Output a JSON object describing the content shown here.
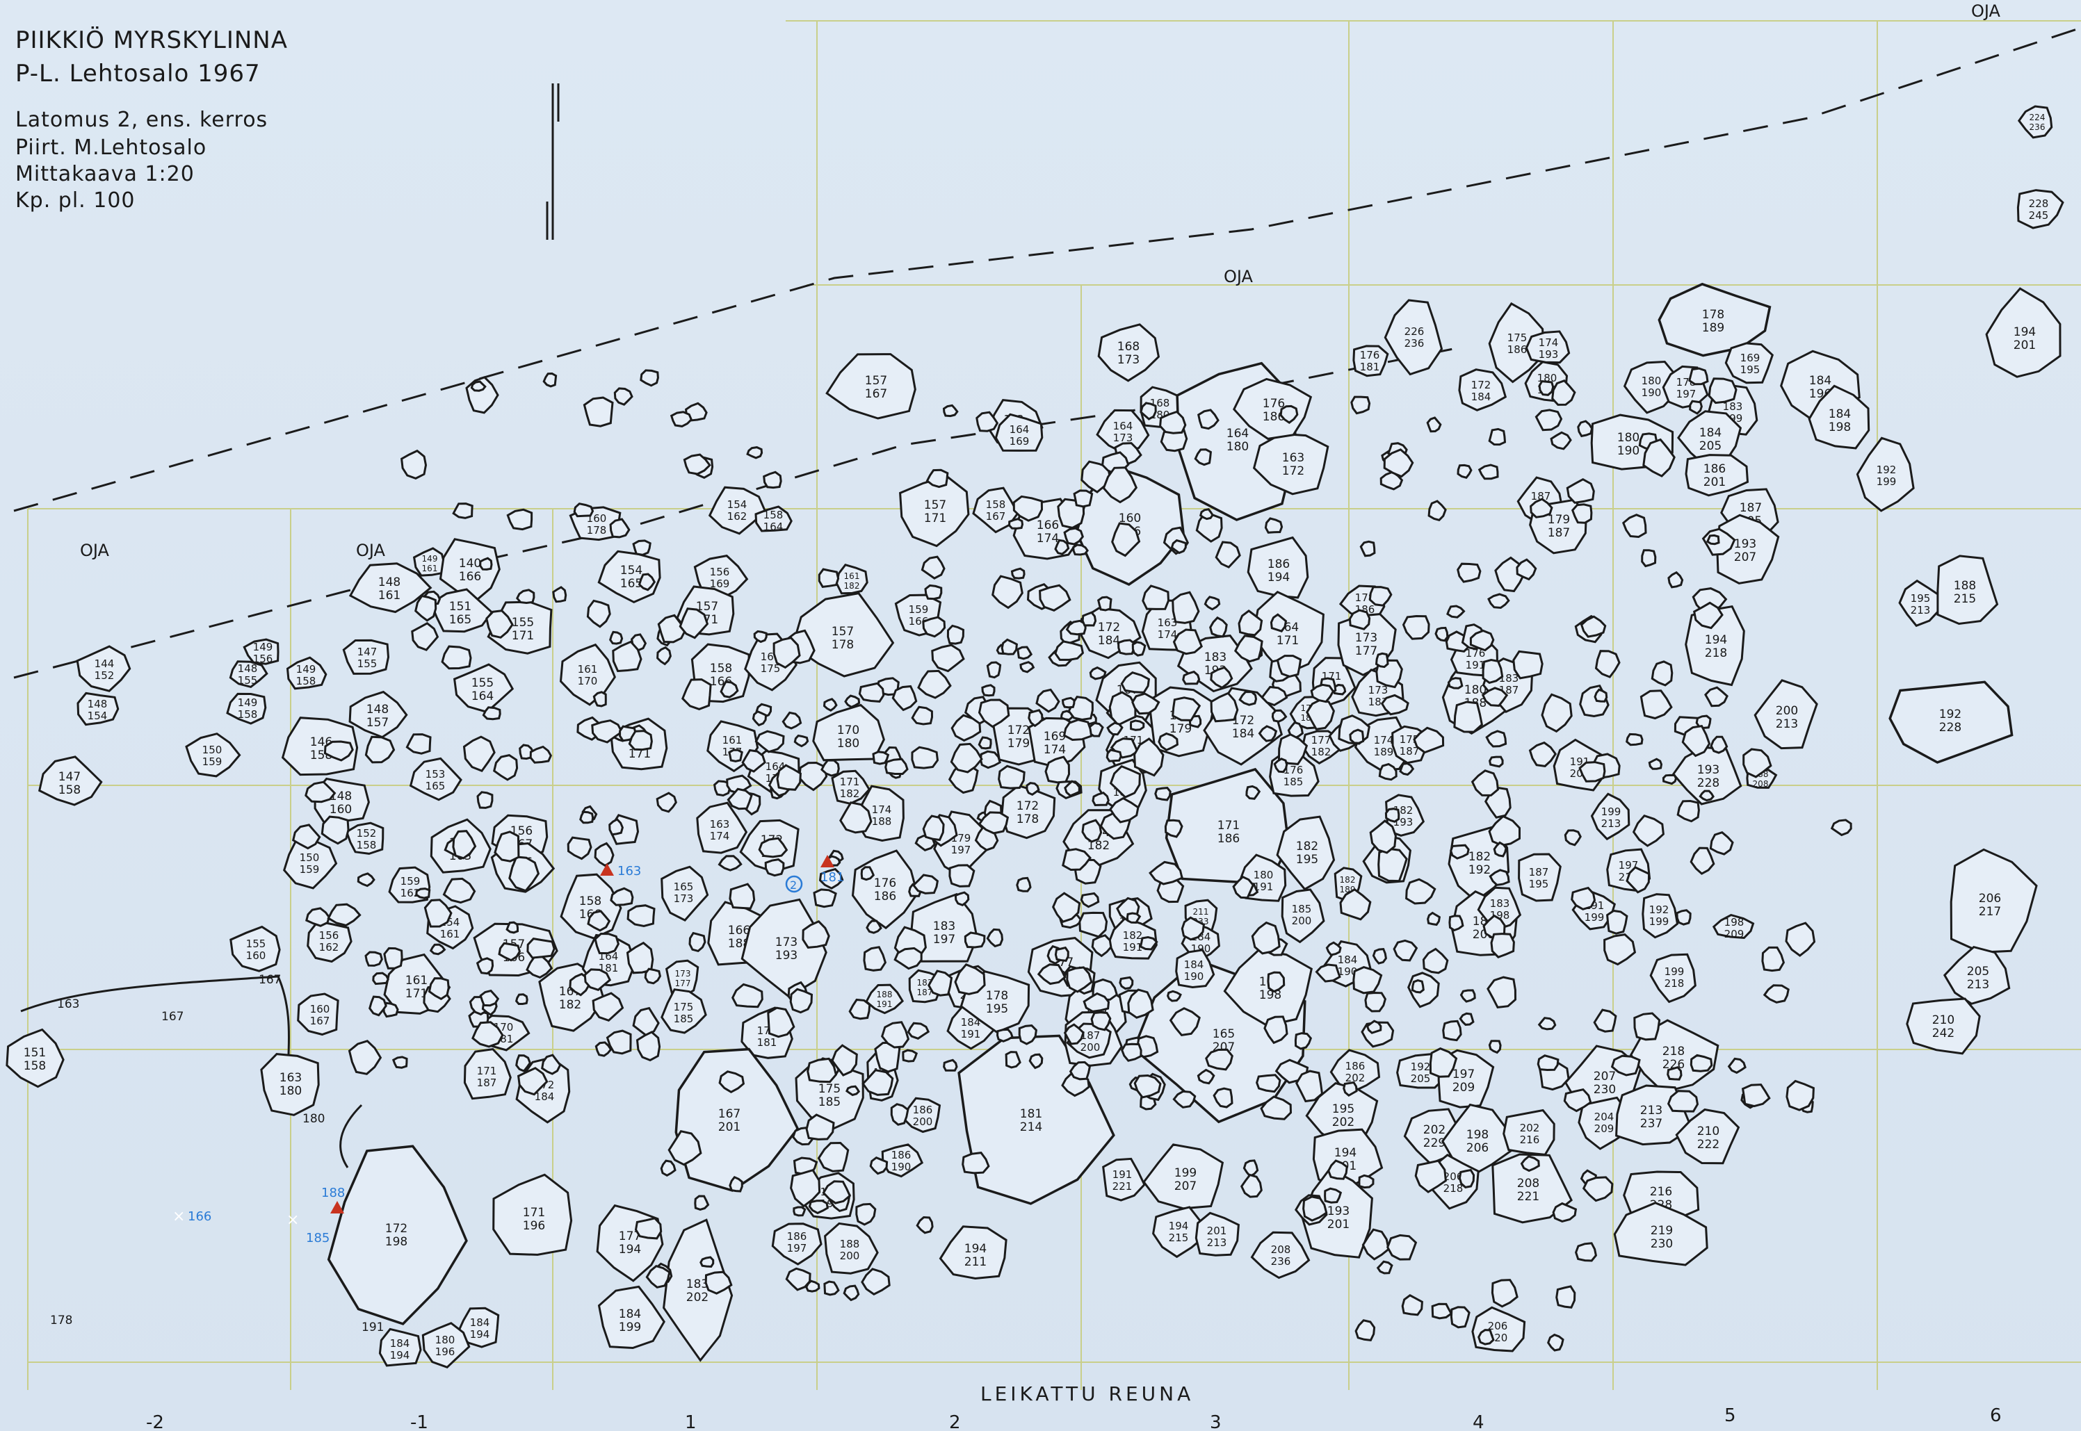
{
  "header": {
    "site": "PIIKKIÖ MYRSKYLINNA",
    "excavator": "P-L. Lehtosalo 1967",
    "layer": "Latomus 2, ens. kerros",
    "drawn_by": "Piirt. M.Lehtosalo",
    "scale": "Mittakaava 1:20",
    "plate": "Kp. pl. 100"
  },
  "north_arrow": {
    "icon": "north-arrow-icon"
  },
  "ditch_labels": [
    "OJA",
    "OJA",
    "OJA",
    "OJA"
  ],
  "bottom_edge_label": "LEIKATTU REUNA",
  "grid_axis_labels": [
    "-2",
    "-1",
    "1",
    "2",
    "3",
    "4",
    "5",
    "6"
  ],
  "finds": {
    "triangle_1": "163",
    "triangle_2": "181",
    "triangle_3": "188",
    "cross_1": "166",
    "cross_2": "185",
    "circle_find": "2"
  },
  "colors": {
    "background": "#d9e5f1",
    "ink": "#1b1b1b",
    "grid": "#c9cf8a",
    "find_triangle": "#c8331f",
    "find_label": "#2a7bd6"
  },
  "stones": [
    {
      "t": "144",
      "b": "152"
    },
    {
      "t": "148",
      "b": "154"
    },
    {
      "t": "147",
      "b": "158"
    },
    {
      "t": "149",
      "b": "156"
    },
    {
      "t": "148",
      "b": "155"
    },
    {
      "t": "149",
      "b": "158"
    },
    {
      "t": "149",
      "b": "158"
    },
    {
      "t": "150",
      "b": "159"
    },
    {
      "t": "146",
      "b": "158"
    },
    {
      "t": "148",
      "b": "157"
    },
    {
      "t": "147",
      "b": "155"
    },
    {
      "t": "148",
      "b": "161"
    },
    {
      "t": "149",
      "b": "161"
    },
    {
      "t": "140",
      "b": "166"
    },
    {
      "t": "151",
      "b": "165"
    },
    {
      "t": "155",
      "b": "171"
    },
    {
      "t": "155",
      "b": "164"
    },
    {
      "t": "148",
      "b": "160"
    },
    {
      "t": "153",
      "b": "165"
    },
    {
      "t": "152",
      "b": "158"
    },
    {
      "t": "150",
      "b": "159"
    },
    {
      "t": "153",
      "b": "163"
    },
    {
      "t": "156",
      "b": "167"
    },
    {
      "t": "156",
      "b": "165"
    },
    {
      "t": "159",
      "b": "162"
    },
    {
      "t": "154",
      "b": "161"
    },
    {
      "t": "157",
      "b": "166"
    },
    {
      "t": "158",
      "b": "166"
    },
    {
      "t": "155",
      "b": "160"
    },
    {
      "t": "156",
      "b": "162"
    },
    {
      "t": "161",
      "b": "171"
    },
    {
      "t": "160",
      "b": "167"
    },
    {
      "t": "170",
      "b": "181"
    },
    {
      "t": "171",
      "b": "187"
    },
    {
      "t": "172",
      "b": "184"
    },
    {
      "t": "167",
      "b": "182"
    },
    {
      "t": "164",
      "b": "181"
    },
    {
      "t": "151",
      "b": "158"
    },
    {
      "t": "163",
      "b": "180"
    },
    {
      "t": "172",
      "b": "198"
    },
    {
      "t": "171",
      "b": "196"
    },
    {
      "t": "177",
      "b": "194"
    },
    {
      "t": "184",
      "b": "199"
    },
    {
      "t": "184",
      "b": "194"
    },
    {
      "t": "180",
      "b": "196"
    },
    {
      "t": "184",
      "b": "194"
    },
    {
      "t": "183",
      "b": "202"
    },
    {
      "t": "160",
      "b": "178"
    },
    {
      "t": "154",
      "b": "162"
    },
    {
      "t": "158",
      "b": "164"
    },
    {
      "t": "154",
      "b": "165"
    },
    {
      "t": "156",
      "b": "169"
    },
    {
      "t": "157",
      "b": "171"
    },
    {
      "t": "161",
      "b": "170"
    },
    {
      "t": "158",
      "b": "166"
    },
    {
      "t": "161",
      "b": "175"
    },
    {
      "t": "163",
      "b": "171"
    },
    {
      "t": "161",
      "b": "177"
    },
    {
      "t": "163",
      "b": "174"
    },
    {
      "t": "172",
      "b": "183"
    },
    {
      "t": "165",
      "b": "173"
    },
    {
      "t": "166",
      "b": "188"
    },
    {
      "t": "173",
      "b": "193"
    },
    {
      "t": "173",
      "b": "177"
    },
    {
      "t": "175",
      "b": "185"
    },
    {
      "t": "177",
      "b": "181"
    },
    {
      "t": "175",
      "b": "185"
    },
    {
      "t": "167",
      "b": "201"
    },
    {
      "t": "181",
      "b": "192"
    },
    {
      "t": "186",
      "b": "197"
    },
    {
      "t": "188",
      "b": "200"
    },
    {
      "t": "157",
      "b": "167"
    },
    {
      "t": "157",
      "b": "171"
    },
    {
      "t": "161",
      "b": "182"
    },
    {
      "t": "157",
      "b": "178"
    },
    {
      "t": "159",
      "b": "166"
    },
    {
      "t": "163",
      "b": "169"
    },
    {
      "t": "170",
      "b": "180"
    },
    {
      "t": "164",
      "b": "170"
    },
    {
      "t": "171",
      "b": "182"
    },
    {
      "t": "174",
      "b": "188"
    },
    {
      "t": "176",
      "b": "186"
    },
    {
      "t": "183",
      "b": "187"
    },
    {
      "t": "188",
      "b": "191"
    },
    {
      "t": "181",
      "b": "200"
    },
    {
      "t": "184",
      "b": "191"
    },
    {
      "t": "186",
      "b": "191"
    },
    {
      "t": "186",
      "b": "200"
    },
    {
      "t": "186",
      "b": "190"
    },
    {
      "t": "164",
      "b": "169"
    },
    {
      "t": "158",
      "b": "167"
    },
    {
      "t": "172",
      "b": "179"
    },
    {
      "t": "179",
      "b": "197"
    },
    {
      "t": "183",
      "b": "197"
    },
    {
      "t": "178",
      "b": "195"
    },
    {
      "t": "181",
      "b": "214"
    },
    {
      "t": "194",
      "b": "211"
    },
    {
      "t": "168",
      "b": "173"
    },
    {
      "t": "168",
      "b": "180"
    },
    {
      "t": "164",
      "b": "173"
    },
    {
      "t": "164",
      "b": "180"
    },
    {
      "t": "160",
      "b": "186"
    },
    {
      "t": "166",
      "b": "174"
    },
    {
      "t": "163",
      "b": "172"
    },
    {
      "t": "172",
      "b": "184"
    },
    {
      "t": "163",
      "b": "174"
    },
    {
      "t": "167",
      "b": "180"
    },
    {
      "t": "169",
      "b": "174"
    },
    {
      "t": "171",
      "b": "179"
    },
    {
      "t": "173",
      "b": "187"
    },
    {
      "t": "172",
      "b": "178"
    },
    {
      "t": "174",
      "b": "182"
    },
    {
      "t": "177",
      "b": "191"
    },
    {
      "t": "176",
      "b": "196"
    },
    {
      "t": "185",
      "b": "197"
    },
    {
      "t": "187",
      "b": "200"
    },
    {
      "t": "183",
      "b": "192"
    },
    {
      "t": "182",
      "b": "191"
    },
    {
      "t": "183",
      "b": "193"
    },
    {
      "t": "172",
      "b": "179"
    },
    {
      "t": "172",
      "b": "184"
    },
    {
      "t": "171",
      "b": "186"
    },
    {
      "t": "165",
      "b": "207"
    },
    {
      "t": "191",
      "b": "221"
    },
    {
      "t": "199",
      "b": "207"
    },
    {
      "t": "194",
      "b": "215"
    },
    {
      "t": "201",
      "b": "213"
    },
    {
      "t": "208",
      "b": "236"
    },
    {
      "t": "211",
      "b": "233"
    },
    {
      "t": "184",
      "b": "190"
    },
    {
      "t": "184",
      "b": "190"
    },
    {
      "t": "186",
      "b": "198"
    },
    {
      "t": "185",
      "b": "200"
    },
    {
      "t": "180",
      "b": "191"
    },
    {
      "t": "182",
      "b": "195"
    },
    {
      "t": "182",
      "b": "189"
    },
    {
      "t": "184",
      "b": "190"
    },
    {
      "t": "186",
      "b": "194"
    },
    {
      "t": "164",
      "b": "171"
    },
    {
      "t": "171",
      "b": "186"
    },
    {
      "t": "174",
      "b": "184"
    },
    {
      "t": "177",
      "b": "182"
    },
    {
      "t": "176",
      "b": "185"
    },
    {
      "t": "178",
      "b": "186"
    },
    {
      "t": "173",
      "b": "177"
    },
    {
      "t": "173",
      "b": "183"
    },
    {
      "t": "174",
      "b": "189"
    },
    {
      "t": "175",
      "b": "187"
    },
    {
      "t": "180",
      "b": "188"
    },
    {
      "t": "176",
      "b": "191"
    },
    {
      "t": "183",
      "b": "187"
    },
    {
      "t": "182",
      "b": "193"
    },
    {
      "t": "183",
      "b": "196"
    },
    {
      "t": "182",
      "b": "192"
    },
    {
      "t": "183",
      "b": "208"
    },
    {
      "t": "183",
      "b": "198"
    },
    {
      "t": "187",
      "b": "195"
    },
    {
      "t": "186",
      "b": "202"
    },
    {
      "t": "192",
      "b": "205"
    },
    {
      "t": "195",
      "b": "202"
    },
    {
      "t": "194",
      "b": "201"
    },
    {
      "t": "193",
      "b": "201"
    },
    {
      "t": "202",
      "b": "229"
    },
    {
      "t": "197",
      "b": "209"
    },
    {
      "t": "198",
      "b": "206"
    },
    {
      "t": "202",
      "b": "216"
    },
    {
      "t": "206",
      "b": "218"
    },
    {
      "t": "208",
      "b": "221"
    },
    {
      "t": "207",
      "b": "230"
    },
    {
      "t": "204",
      "b": "209"
    },
    {
      "t": "206",
      "b": "220"
    },
    {
      "t": "226",
      "b": "236"
    },
    {
      "t": "176",
      "b": "181"
    },
    {
      "t": "175",
      "b": "186"
    },
    {
      "t": "174",
      "b": "193"
    },
    {
      "t": "176",
      "b": "186"
    },
    {
      "t": "172",
      "b": "184"
    },
    {
      "t": "180",
      "b": "189"
    },
    {
      "t": "180",
      "b": "190"
    },
    {
      "t": "180",
      "b": "190"
    },
    {
      "t": "187",
      "b": "202"
    },
    {
      "t": "179",
      "b": "187"
    },
    {
      "t": "178",
      "b": "189"
    },
    {
      "t": "178",
      "b": "197"
    },
    {
      "t": "169",
      "b": "195"
    },
    {
      "t": "184",
      "b": "196"
    },
    {
      "t": "183",
      "b": "199"
    },
    {
      "t": "184",
      "b": "205"
    },
    {
      "t": "186",
      "b": "201"
    },
    {
      "t": "184",
      "b": "198"
    },
    {
      "t": "187",
      "b": "205"
    },
    {
      "t": "193",
      "b": "207"
    },
    {
      "t": "192",
      "b": "199"
    },
    {
      "t": "194",
      "b": "218"
    },
    {
      "t": "195",
      "b": "213"
    },
    {
      "t": "188",
      "b": "215"
    },
    {
      "t": "200",
      "b": "213"
    },
    {
      "t": "192",
      "b": "228"
    },
    {
      "t": "191",
      "b": "202"
    },
    {
      "t": "193",
      "b": "228"
    },
    {
      "t": "188",
      "b": "208"
    },
    {
      "t": "199",
      "b": "213"
    },
    {
      "t": "197",
      "b": "210"
    },
    {
      "t": "191",
      "b": "199"
    },
    {
      "t": "192",
      "b": "199"
    },
    {
      "t": "198",
      "b": "209"
    },
    {
      "t": "199",
      "b": "218"
    },
    {
      "t": "206",
      "b": "217"
    },
    {
      "t": "205",
      "b": "213"
    },
    {
      "t": "210",
      "b": "242"
    },
    {
      "t": "218",
      "b": "226"
    },
    {
      "t": "213",
      "b": "237"
    },
    {
      "t": "210",
      "b": "222"
    },
    {
      "t": "216",
      "b": "228"
    },
    {
      "t": "219",
      "b": "230"
    },
    {
      "t": "224",
      "b": "236"
    },
    {
      "t": "228",
      "b": "245"
    },
    {
      "t": "194",
      "b": "201"
    },
    {
      "t": "187",
      "b": "206"
    },
    {
      "t": "188",
      "b": "216"
    }
  ],
  "stray_labels": [
    "163",
    "167",
    "167",
    "180",
    "191",
    "178"
  ]
}
